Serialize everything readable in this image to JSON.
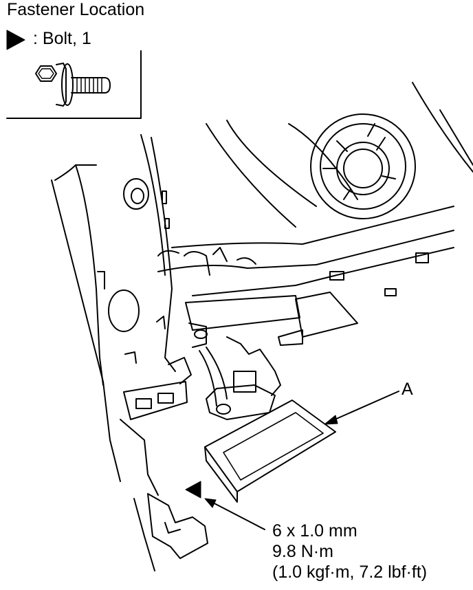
{
  "figure": {
    "title": "Fastener Location",
    "legend": {
      "marker_icon": "triangle-pointer-icon",
      "text": ": Bolt, 1"
    },
    "callout_label": "A",
    "bolt_spec": {
      "size": "6 x 1.0 mm",
      "torque_nm": "9.8 N·m",
      "torque_alt": "(1.0 kgf·m, 7.2 lbf·ft)"
    }
  }
}
